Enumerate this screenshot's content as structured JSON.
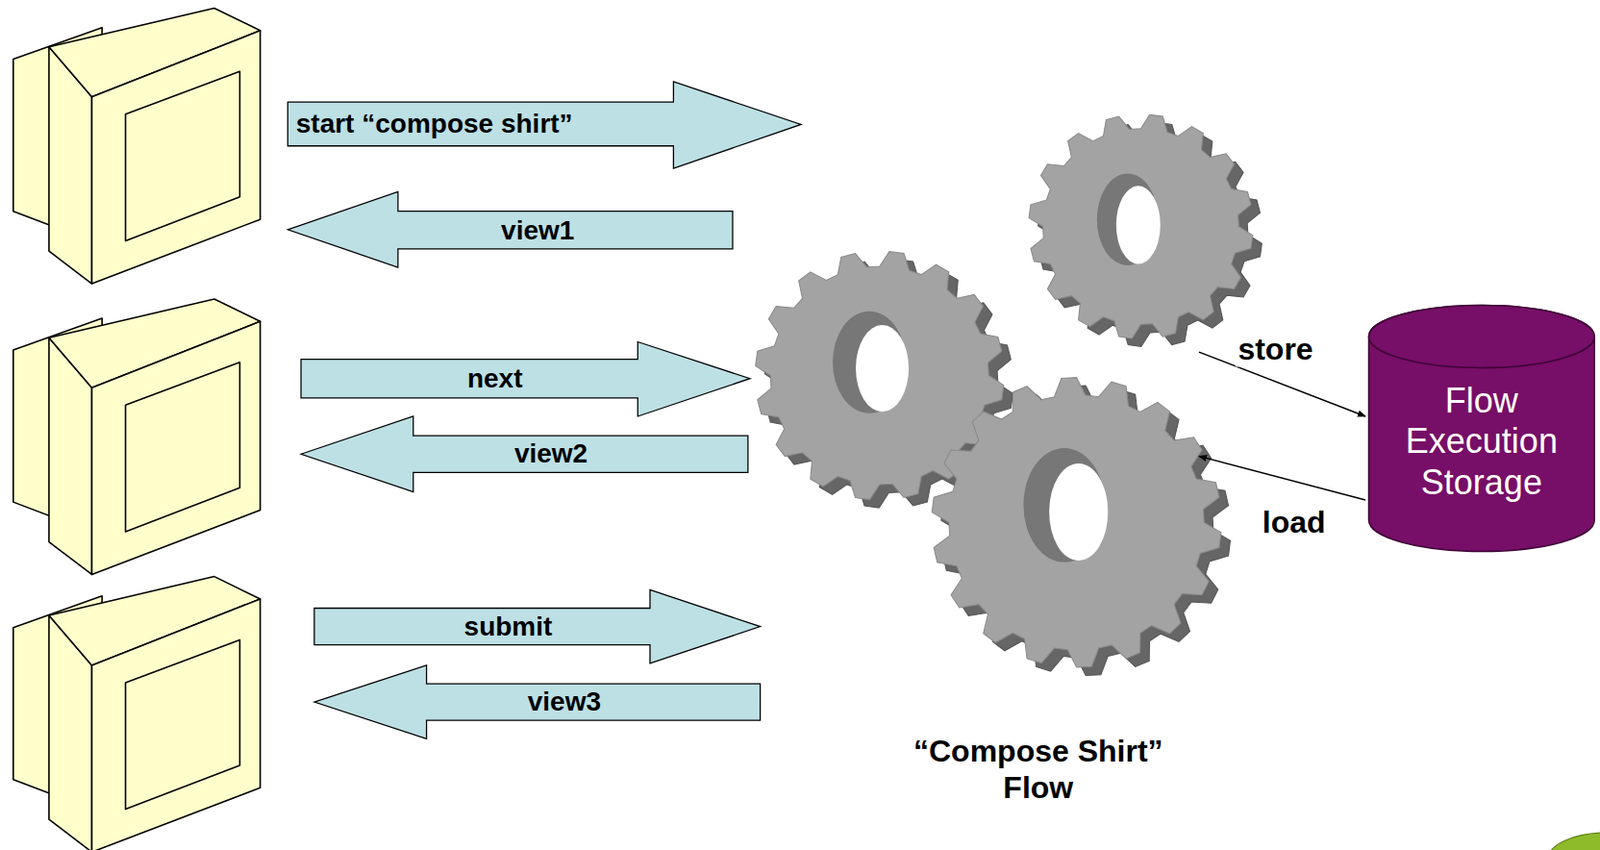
{
  "diagram": {
    "nodes": [
      {
        "text": [
          "“Compose Shirt” Flow"
        ]
      },
      {
        "text": [
          "Flow Execution Storage"
        ]
      }
    ],
    "edges": [
      {
        "from": 0,
        "to": 1,
        "label": "store",
        "arrow": "to"
      },
      {
        "from": 1,
        "to": 0,
        "label": "load",
        "arrow": "to"
      }
    ],
    "labels": [
      "start “compose shirt”",
      "view1",
      "next",
      "view2",
      "submit",
      "view3"
    ]
  }
}
